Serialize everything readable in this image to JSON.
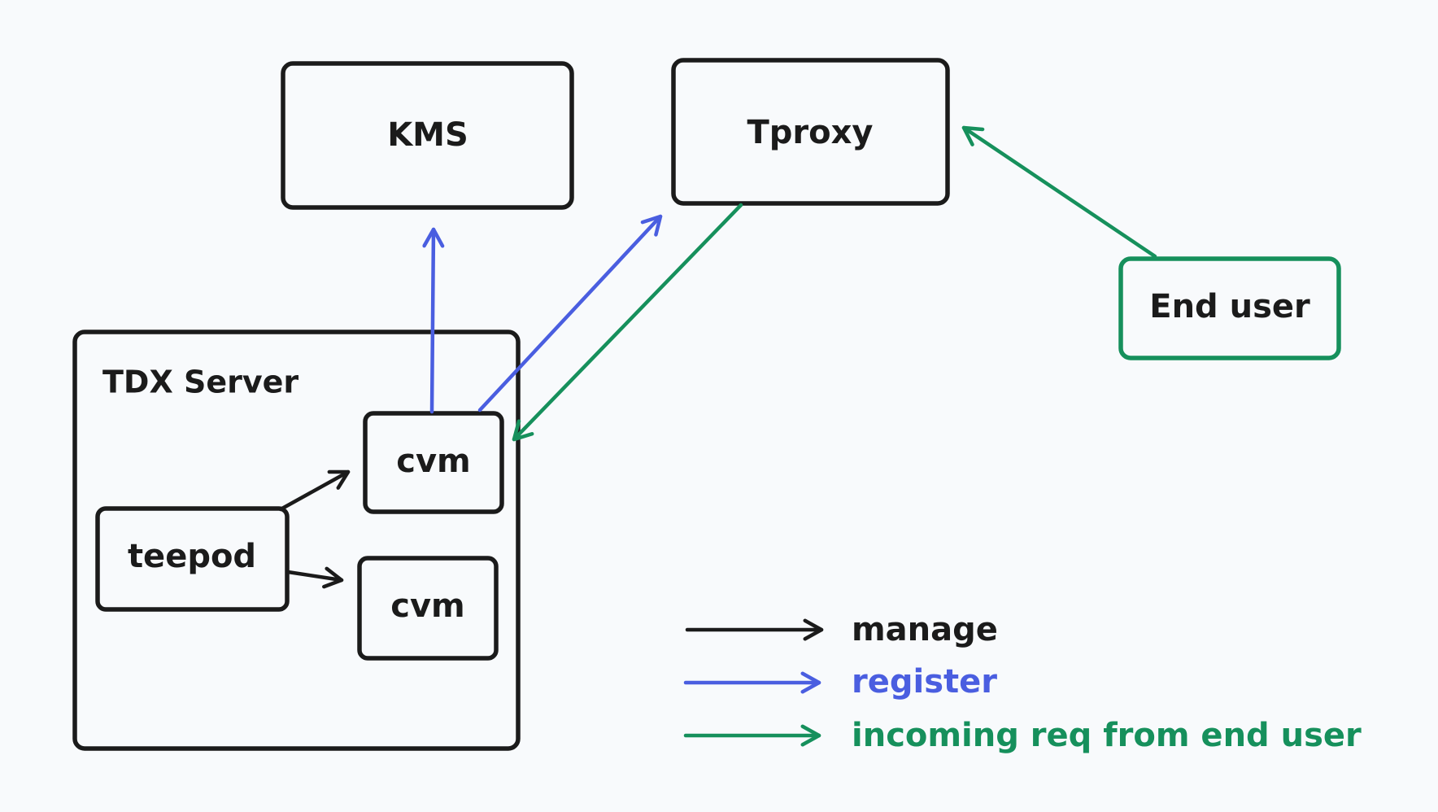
{
  "colors": {
    "background": "#f8fafc",
    "manage": "#1b1b1b",
    "register": "#4a5ee0",
    "incoming": "#16905c"
  },
  "nodes": {
    "kms": {
      "label": "KMS"
    },
    "tproxy": {
      "label": "Tproxy"
    },
    "end_user": {
      "label": "End user"
    },
    "tdx_server": {
      "label": "TDX Server"
    },
    "cvm_top": {
      "label": "cvm"
    },
    "cvm_bottom": {
      "label": "cvm"
    },
    "teepod": {
      "label": "teepod"
    }
  },
  "legend": {
    "manage": "manage",
    "register": "register",
    "incoming": "incoming req from end user"
  },
  "edges": [
    {
      "id": "teepod-to-cvm-top",
      "from": "teepod",
      "to": "cvm_top",
      "kind": "manage"
    },
    {
      "id": "teepod-to-cvm-bottom",
      "from": "teepod",
      "to": "cvm_bottom",
      "kind": "manage"
    },
    {
      "id": "cvm-to-kms",
      "from": "cvm_top",
      "to": "kms",
      "kind": "register"
    },
    {
      "id": "cvm-to-tproxy",
      "from": "cvm_top",
      "to": "tproxy",
      "kind": "register"
    },
    {
      "id": "tproxy-to-cvm",
      "from": "tproxy",
      "to": "cvm_top",
      "kind": "incoming"
    },
    {
      "id": "end-user-to-tproxy",
      "from": "end_user",
      "to": "tproxy",
      "kind": "incoming"
    }
  ]
}
